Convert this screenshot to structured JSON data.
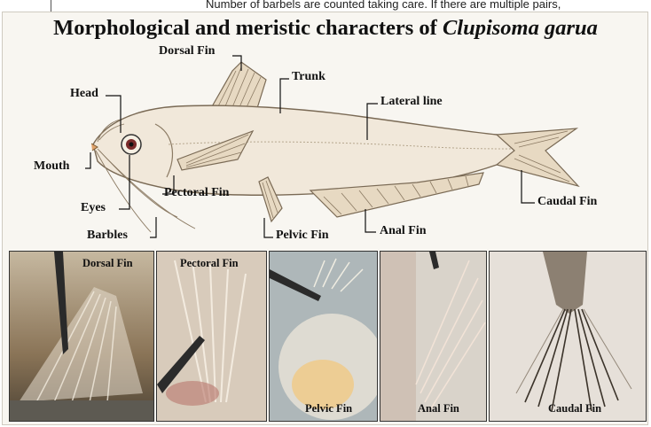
{
  "header_snippet": "Number of barbels are counted taking care. If there are multiple pairs,",
  "title": {
    "prefix": "Morphological and meristic characters of",
    "species": "Clupisoma garua"
  },
  "labels": {
    "dorsal_fin": "Dorsal Fin",
    "trunk": "Trunk",
    "head": "Head",
    "lateral_line": "Lateral line",
    "mouth": "Mouth",
    "pectoral_fin": "Pectoral Fin",
    "eyes": "Eyes",
    "caudal_fin": "Caudal Fin",
    "barbles": "Barbles",
    "pelvic_fin": "Pelvic Fin",
    "anal_fin": "Anal Fin"
  },
  "photos": [
    {
      "caption": "Dorsal Fin",
      "caption_color": "#111111",
      "bg": "#7d6a52"
    },
    {
      "caption": "Pectoral Fin",
      "caption_color": "#111111",
      "bg": "#cdbfae"
    },
    {
      "caption": "Pelvic Fin",
      "caption_color": "#111111",
      "bg": "#b9bfc2"
    },
    {
      "caption": "Anal Fin",
      "caption_color": "#111111",
      "bg": "#d8d2c8"
    },
    {
      "caption": "Caudal Fin",
      "caption_color": "#111111",
      "bg": "#e3ddd6"
    }
  ],
  "colors": {
    "body_fill": "#f1e8da",
    "fin_fill": "#e7d9c2",
    "outline": "#7a6a55"
  }
}
